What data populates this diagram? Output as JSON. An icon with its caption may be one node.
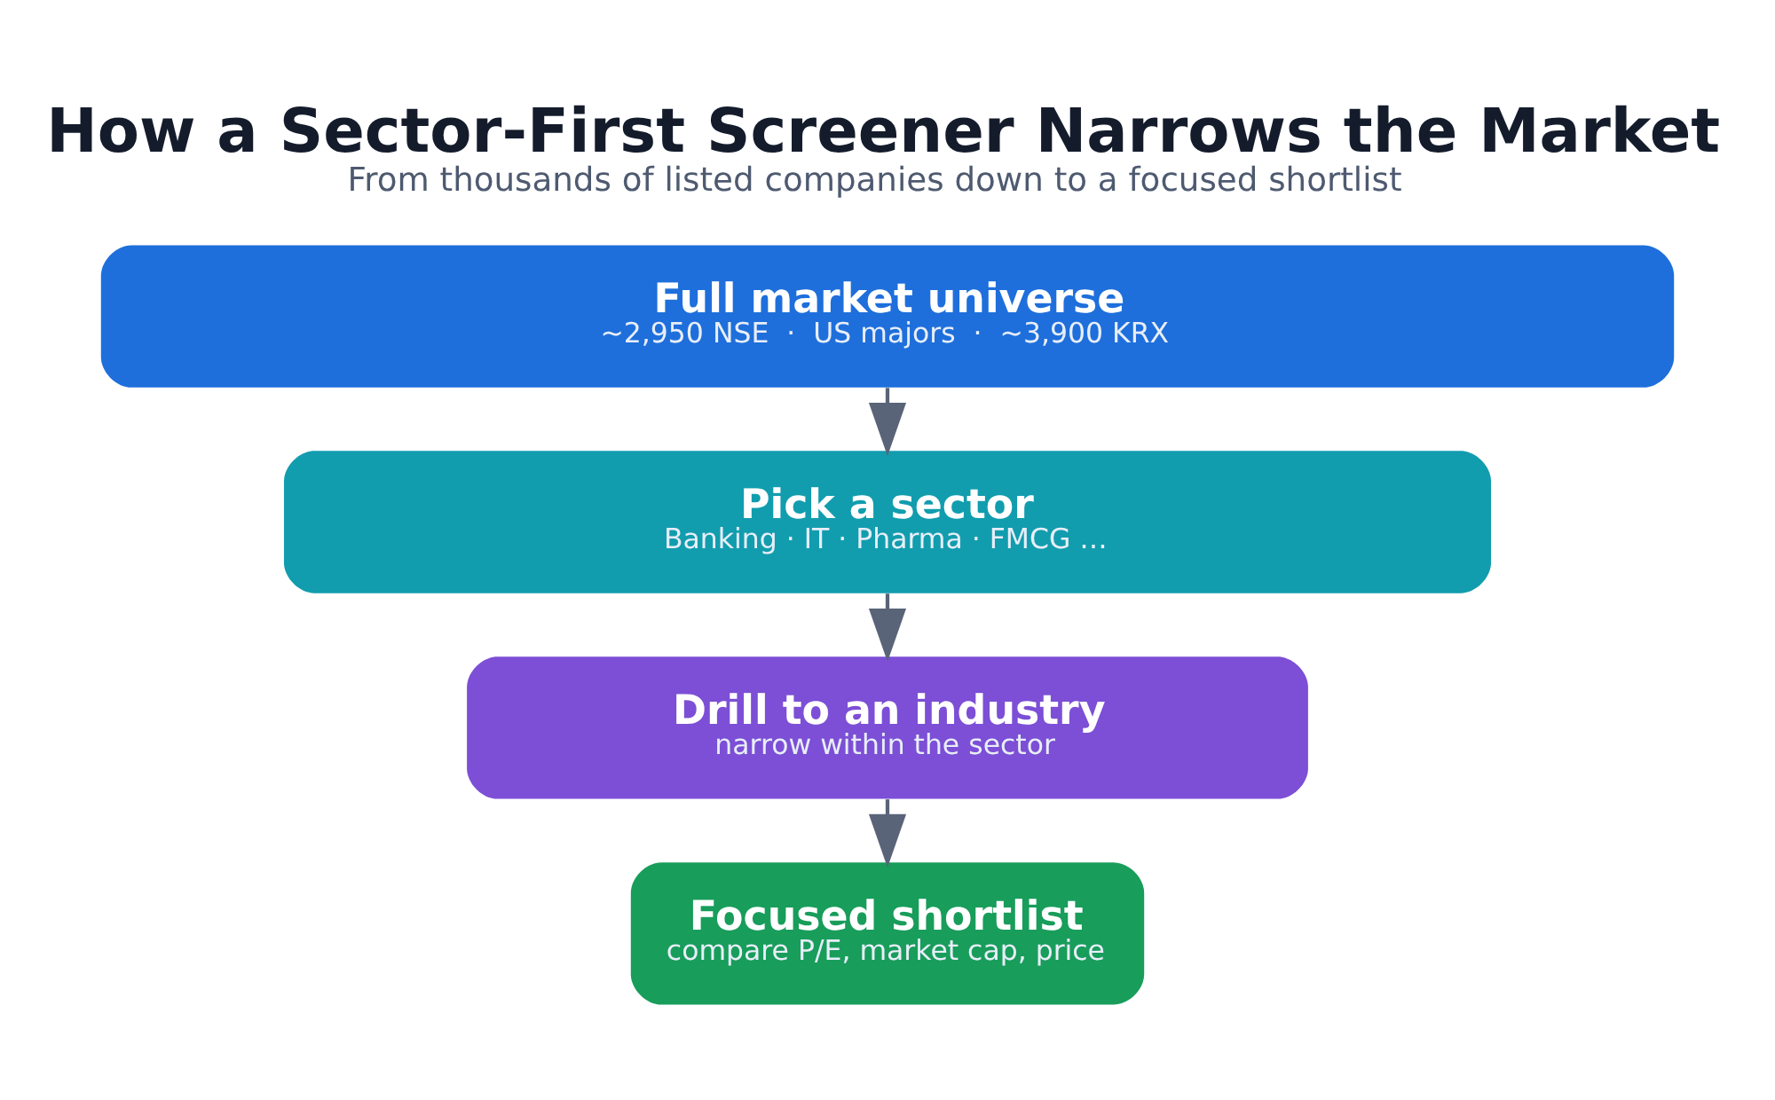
{
  "diagram": {
    "title": "How a Sector-First Screener Narrows the Market",
    "caption": "From thousands of listed companies down to a focused shortlist",
    "nodes": [
      {
        "text": [
          "Full market universe",
          "~2,950 NSE  ·  US majors  ·  ~3,900 KRX"
        ]
      },
      {
        "text": [
          "Pick a sector",
          "Banking · IT · Pharma · FMCG …"
        ]
      },
      {
        "text": [
          "Drill to an industry",
          "narrow within the sector"
        ]
      },
      {
        "text": [
          "Focused shortlist",
          "compare P/E, market cap, price"
        ]
      }
    ],
    "edges": [
      {
        "from": 0,
        "to": 1,
        "arrow": "to"
      },
      {
        "from": 1,
        "to": 2,
        "arrow": "to"
      },
      {
        "from": 2,
        "to": 3,
        "arrow": "to"
      }
    ]
  }
}
